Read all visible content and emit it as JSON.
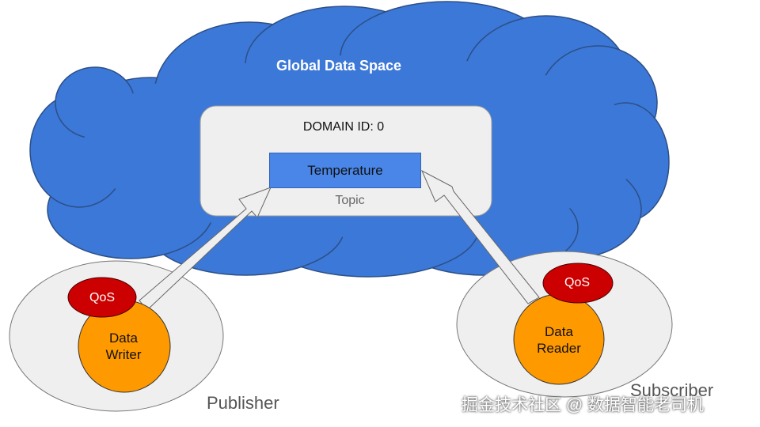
{
  "cloud": {
    "title": "Global Data Space",
    "fill": "#3c78d8"
  },
  "domain": {
    "label": "DOMAIN ID: 0",
    "fill": "#efefef"
  },
  "topic": {
    "name": "Temperature",
    "caption": "Topic",
    "fill": "#4a86e8"
  },
  "publisher": {
    "label": "Publisher",
    "qos": "QoS",
    "entity": [
      "Data",
      "Writer"
    ]
  },
  "subscriber": {
    "label": "Subscriber",
    "qos": "QoS",
    "entity": [
      "Data",
      "Reader"
    ]
  },
  "colors": {
    "qos": "#cc0000",
    "entity": "#ff9900",
    "arrow": "#efefef"
  },
  "watermark": "掘金技术社区 @ 数据智能老司机"
}
